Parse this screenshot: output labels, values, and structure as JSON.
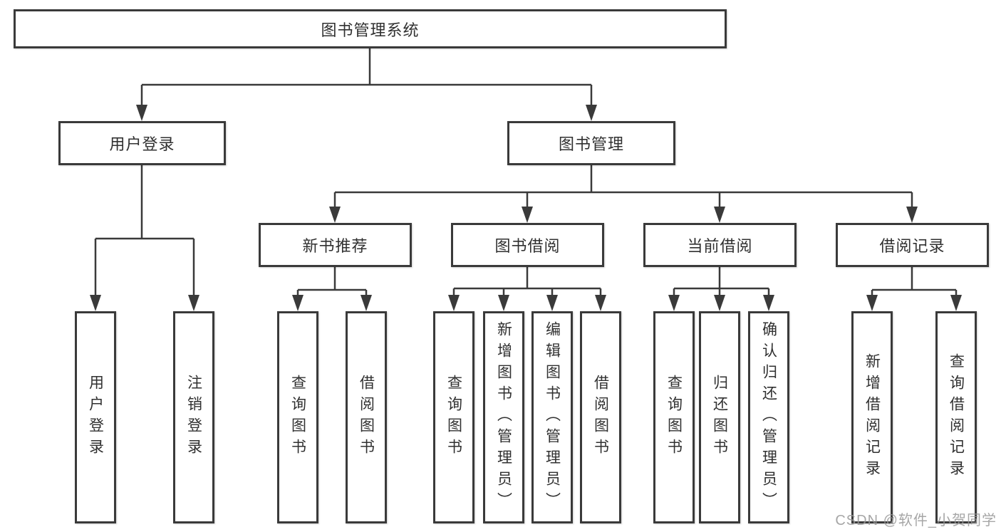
{
  "diagram": {
    "type": "hierarchy-tree",
    "orientation": "top-down"
  },
  "tree": {
    "label": "图书管理系统",
    "children": [
      {
        "label": "用户登录",
        "children": [
          {
            "label": "用户登录"
          },
          {
            "label": "注销登录"
          }
        ]
      },
      {
        "label": "图书管理",
        "children": [
          {
            "label": "新书推荐",
            "children": [
              {
                "label": "查询图书"
              },
              {
                "label": "借阅图书"
              }
            ]
          },
          {
            "label": "图书借阅",
            "children": [
              {
                "label": "查询图书"
              },
              {
                "label": "新增图书（管理员）"
              },
              {
                "label": "编辑图书（管理员）"
              },
              {
                "label": "借阅图书"
              }
            ]
          },
          {
            "label": "当前借阅",
            "children": [
              {
                "label": "查询图书"
              },
              {
                "label": "归还图书"
              },
              {
                "label": "确认归还（管理员）"
              }
            ]
          },
          {
            "label": "借阅记录",
            "children": [
              {
                "label": "新增借阅记录"
              },
              {
                "label": "查询借阅记录"
              }
            ]
          }
        ]
      }
    ]
  },
  "watermark": {
    "text": "CSDN @软件_小贺同学"
  },
  "colors": {
    "background": "#ffffff",
    "line": "#3a3a3a",
    "box_border": "#3a3a3a",
    "text": "#303030",
    "watermark": "#969696"
  }
}
